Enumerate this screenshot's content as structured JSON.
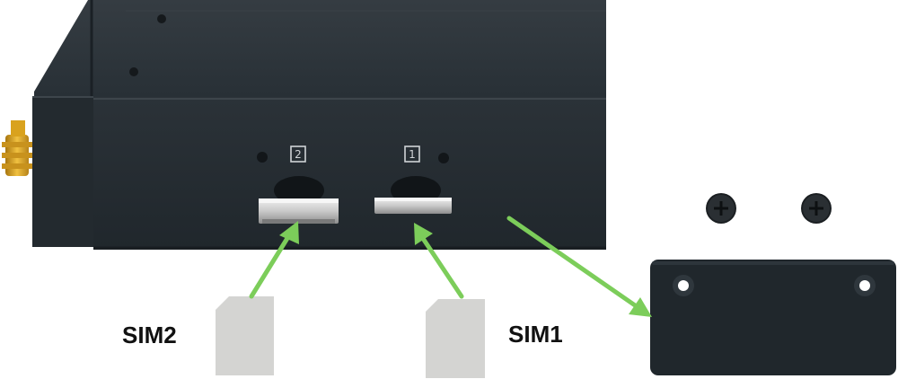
{
  "diagram": {
    "sim2_label": "SIM2",
    "sim1_label": "SIM1",
    "slot2_number": "2",
    "slot1_number": "1"
  },
  "colors": {
    "device_body": "#262d33",
    "device_top": "#2f363c",
    "device_edge": "#1c2227",
    "arrow": "#7ccd5a",
    "sim_card": "#d4d4d2",
    "cover_plate": "#20272c",
    "antenna_gold": "#d9a21e"
  },
  "icons": {
    "screw_left": "screw-icon",
    "screw_right": "screw-icon"
  }
}
